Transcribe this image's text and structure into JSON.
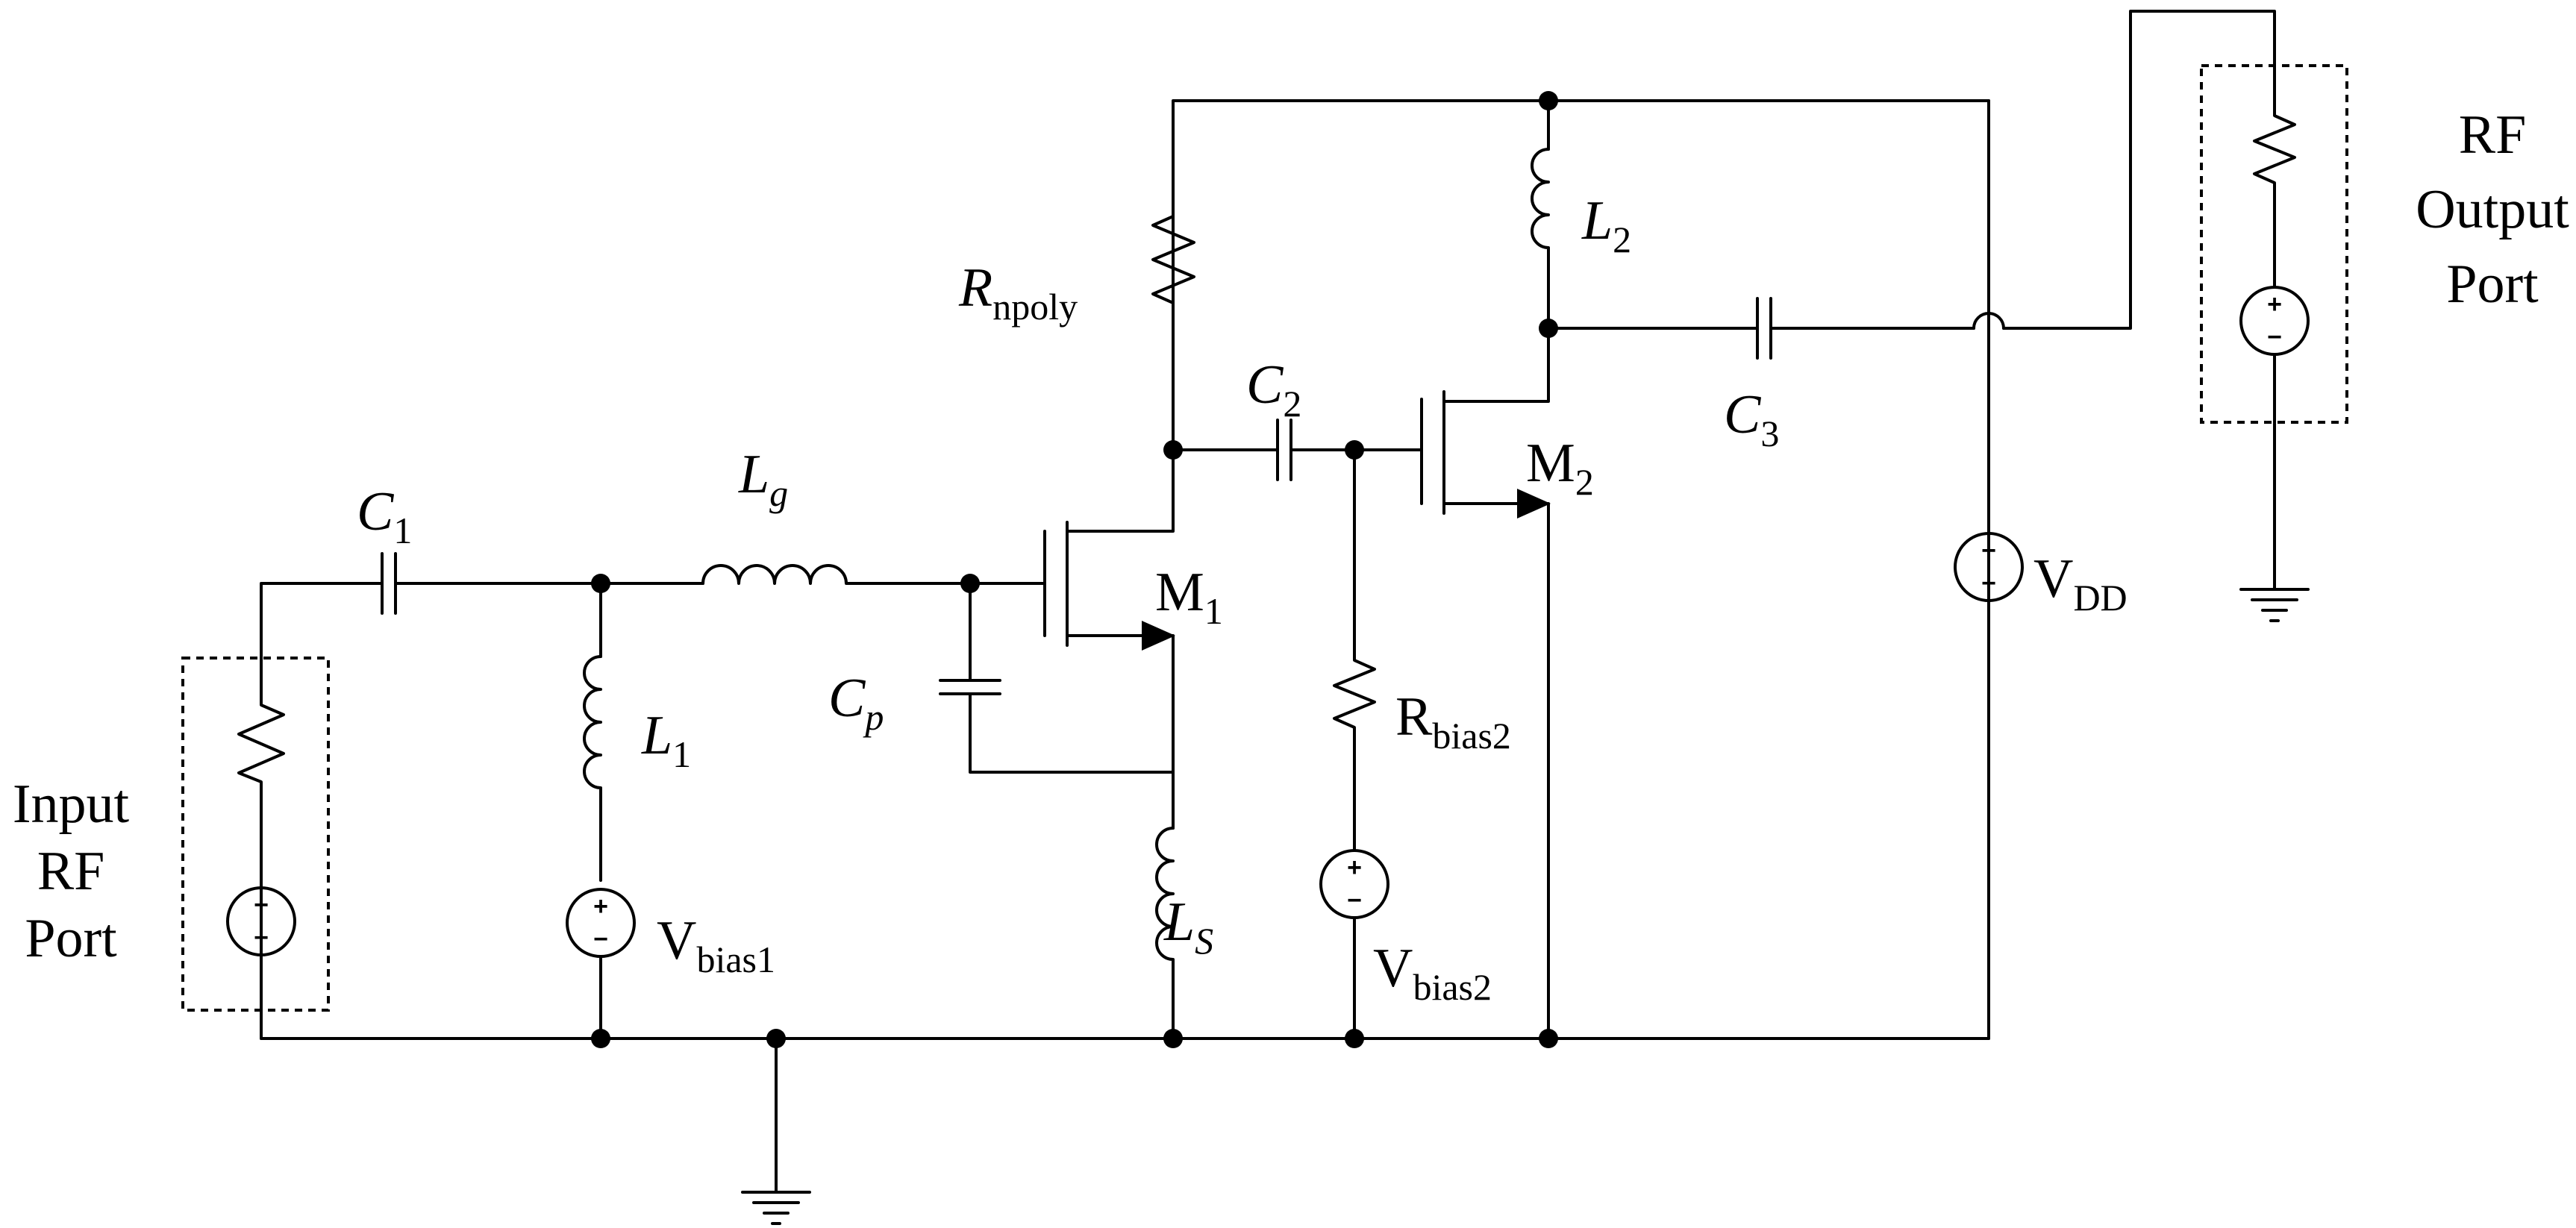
{
  "labels": {
    "C1": {
      "main": "C",
      "sub": "1"
    },
    "Lg": {
      "main": "L",
      "sub": "g"
    },
    "L1": {
      "main": "L",
      "sub": "1"
    },
    "Cp": {
      "main": "C",
      "sub": "p"
    },
    "M1": {
      "main": "M",
      "sub": "1"
    },
    "Ls": {
      "main": "L",
      "sub": "S"
    },
    "Rnpoly": {
      "main": "R",
      "sub": "npoly"
    },
    "C2": {
      "main": "C",
      "sub": "2"
    },
    "M2": {
      "main": "M",
      "sub": "2"
    },
    "Rbias2": {
      "main": "R",
      "sub": "bias2"
    },
    "Vbias1": {
      "main": "V",
      "sub": "bias1"
    },
    "Vbias2": {
      "main": "V",
      "sub": "bias2"
    },
    "L2": {
      "main": "L",
      "sub": "2"
    },
    "C3": {
      "main": "C",
      "sub": "3"
    },
    "VDD": {
      "main": "V",
      "sub": "DD"
    }
  },
  "input_port": [
    "Input",
    "RF",
    "Port"
  ],
  "output_port": [
    "RF",
    "Output",
    "Port"
  ],
  "signs": {
    "plus": "+",
    "minus": "−"
  }
}
